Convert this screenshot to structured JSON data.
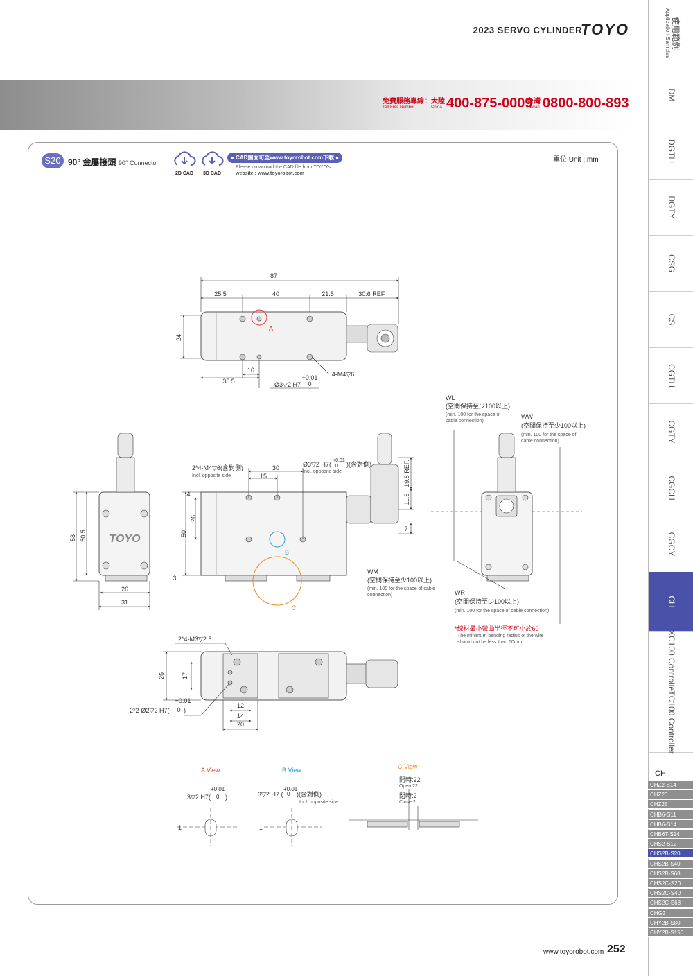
{
  "header": {
    "title": "2023 SERVO CYLINDER",
    "brand": "TOYO"
  },
  "tollfree": {
    "label_cn": "免費服務專線：",
    "label_en": "Toll-Free Number",
    "china_cn": "大陸",
    "china_en": "China",
    "china_number": "400-875-0009",
    "taiwan_cn": "台灣",
    "taiwan_en": "Taiwan",
    "taiwan_number": "0800-800-893"
  },
  "section": {
    "badge": "S20",
    "title": "90° 金屬接頭",
    "title_en": "90° Connector",
    "cad2d": "2D CAD",
    "cad3d": "3D CAD",
    "cad_pill": "● CAD圖面可至www.toyorobot.com下載 ●",
    "cad_note_1": "Please do wnload the CAD file from TOYO's",
    "cad_note_2": "website : www.toyorobot.com",
    "unit": "單位 Unit : mm"
  },
  "drawing": {
    "top": {
      "d87": "87",
      "d25_5": "25.5",
      "d40": "40",
      "d21_5": "21.5",
      "d30_6": "30.6 REF.",
      "d24": "24",
      "d10": "10",
      "d35_5": "35.5",
      "hole": "Ø3▽2 H7",
      "tol_up": "+0.01",
      "tol_low": "0",
      "m4": "4-M4▽6",
      "markA": "A"
    },
    "front": {
      "m4": "2*4-M4▽6(含對側)",
      "m4_en": "Incl. opposite side",
      "d30": "30",
      "d15": "15",
      "hole": "Ø3▽2 H7(",
      "tol_up": "+0.01",
      "tol_low": "0",
      "hole_suffix": ")(含對側)",
      "hole_en": "Incl. opposite side",
      "d19_8": "19.8 REF.",
      "d11_6": "11.6",
      "d7": "7",
      "d4": "4",
      "d26": "26",
      "d50": "50",
      "d3": "3",
      "markB": "B",
      "markC": "C"
    },
    "left": {
      "d53": "53",
      "d50_5": "50.5",
      "d26": "26",
      "d31": "31",
      "logo": "TOYO"
    },
    "right": {
      "wl": "WL",
      "wl_cn": "(空間保持至少100以上)",
      "wl_en1": "(min. 100 for the space of",
      "wl_en2": "cable connection)",
      "ww": "WW",
      "ww_cn": "(空間保持至少100以上)",
      "ww_en1": "(min. 100 for the space of",
      "ww_en2": "cable connection)",
      "wm": "WM",
      "wm_cn": "(空間保持至少100以上)",
      "wm_en1": "(min. 100 for the space of cable",
      "wm_en2": "connection)",
      "wr": "WR",
      "wr_cn": "(空間保持至少100以上)",
      "wr_en": "(min. 100 for the space of cable connection)",
      "bend_cn": "*線材最小彎曲半徑不可小於60",
      "bend_en1": "The minimum bending radius of the wire",
      "bend_en2": "should not be less than 60mm."
    },
    "bottom": {
      "m3": "2*4-M3▽2.5",
      "d26": "26",
      "d17": "17",
      "d12": "12",
      "d14": "14",
      "d20": "20",
      "pin": "2*2-Ø2▽2 H7(",
      "tol_up": "+0.01",
      "tol_low": "0",
      "pin_suffix": ")"
    },
    "views": {
      "a_title": "A View",
      "a_text": "3▽2 H7(",
      "a_tol_up": "+0.01",
      "a_tol_low": "0",
      "a_suffix": ")",
      "b_title": "B View",
      "b_text": "3▽2 H7 (",
      "b_tol_up": "+0.01",
      "b_tol_low": "0",
      "b_suffix": ")(含對側)",
      "b_en": "Incl. opposite side",
      "c_title": "C View",
      "c_open": "開時:22",
      "c_open_en": "Open:22",
      "c_close": "閉時:2",
      "c_close_en": "Close:2",
      "d1": "1"
    }
  },
  "sidebar": {
    "tabs": [
      {
        "label": "使用範例",
        "sub": "Application Samples"
      },
      {
        "label": "DM"
      },
      {
        "label": "DGTH"
      },
      {
        "label": "DGTY"
      },
      {
        "label": "CSG"
      },
      {
        "label": "CS"
      },
      {
        "label": "CGTH"
      },
      {
        "label": "CGTY"
      },
      {
        "label": "CGCH"
      },
      {
        "label": "CGCY"
      },
      {
        "label": "CH"
      },
      {
        "label": "XC100 Controller"
      },
      {
        "label": "TC100 Controller"
      }
    ],
    "active_tab": "CH",
    "models_heading": "CH",
    "models": [
      "CHZ2-S14",
      "CHZ20",
      "CHZ25",
      "CHB6-S11",
      "CHB6-S14",
      "CHB6T-S14",
      "CHS2-S12",
      "CHS2B-S20",
      "CHS2B-S40",
      "CHS2B-S68",
      "CHS2C-S20",
      "CHS2C-S40",
      "CHS2C-S68",
      "CHG2",
      "CHY2B-S80",
      "CHY2B-S150"
    ],
    "active_model": "CHS2B-S20"
  },
  "footer": {
    "url": "www.toyorobot.com",
    "page": "252"
  },
  "colors": {
    "accent": "#4a51a8",
    "red": "#d0021b",
    "view_a": "#e53935",
    "view_b": "#2a9fd8",
    "view_c": "#f08a1c"
  }
}
